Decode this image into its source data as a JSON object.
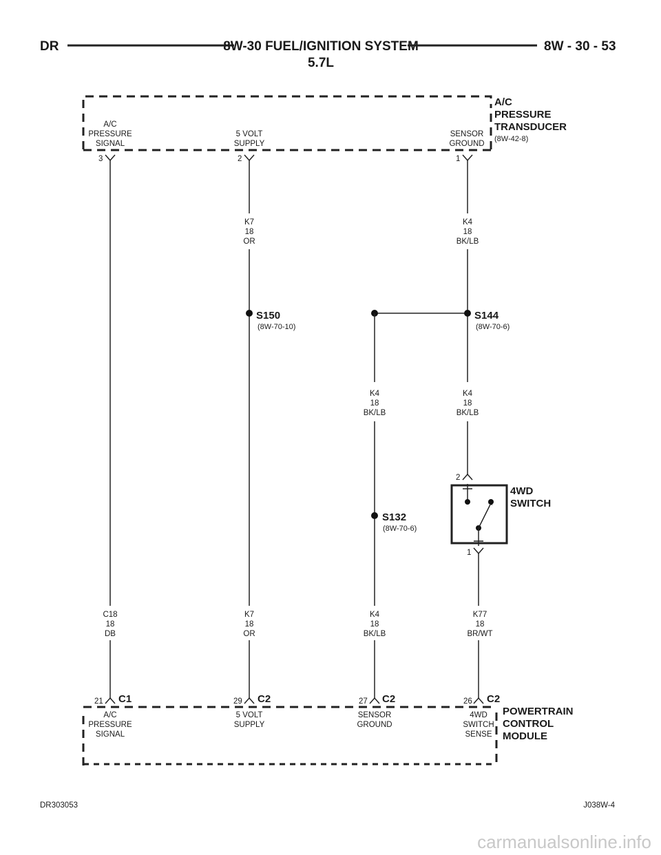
{
  "header": {
    "left": "DR",
    "title": "8W-30 FUEL/IGNITION SYSTEM",
    "subtitle": "5.7L",
    "right": "8W - 30 - 53"
  },
  "transducer": {
    "name": [
      "A/C",
      "PRESSURE",
      "TRANSDUCER"
    ],
    "ref": "(8W-42-8)",
    "pins": [
      {
        "label": [
          "A/C",
          "PRESSURE",
          "SIGNAL"
        ],
        "pin": "3"
      },
      {
        "label": [
          "5 VOLT",
          "SUPPLY"
        ],
        "pin": "2"
      },
      {
        "label": [
          "SENSOR",
          "GROUND"
        ],
        "pin": "1"
      }
    ]
  },
  "wires": {
    "k7_upper": [
      "K7",
      "18",
      "OR"
    ],
    "k4_upper": [
      "K4",
      "18",
      "BK/LB"
    ],
    "k4_mid_left": [
      "K4",
      "18",
      "BK/LB"
    ],
    "k4_mid_right": [
      "K4",
      "18",
      "BK/LB"
    ],
    "c18": [
      "C18",
      "18",
      "DB"
    ],
    "k7_lower": [
      "K7",
      "18",
      "OR"
    ],
    "k4_lower": [
      "K4",
      "18",
      "BK/LB"
    ],
    "k77": [
      "K77",
      "18",
      "BR/WT"
    ]
  },
  "splices": {
    "s150": {
      "name": "S150",
      "ref": "(8W-70-10)"
    },
    "s144": {
      "name": "S144",
      "ref": "(8W-70-6)"
    },
    "s132": {
      "name": "S132",
      "ref": "(8W-70-6)"
    }
  },
  "switch": {
    "name": [
      "4WD",
      "SWITCH"
    ],
    "pin_top": "2",
    "pin_bottom": "1"
  },
  "pcm": {
    "name": [
      "POWERTRAIN",
      "CONTROL",
      "MODULE"
    ],
    "pins": [
      {
        "pin": "21",
        "connector": "C1",
        "label": [
          "A/C",
          "PRESSURE",
          "SIGNAL"
        ]
      },
      {
        "pin": "29",
        "connector": "C2",
        "label": [
          "5 VOLT",
          "SUPPLY"
        ]
      },
      {
        "pin": "27",
        "connector": "C2",
        "label": [
          "SENSOR",
          "GROUND"
        ]
      },
      {
        "pin": "26",
        "connector": "C2",
        "label": [
          "4WD",
          "SWITCH",
          "SENSE"
        ]
      }
    ]
  },
  "footer": {
    "left": "DR303053",
    "right": "J038W-4"
  },
  "watermark": "carmanualsonline.info"
}
